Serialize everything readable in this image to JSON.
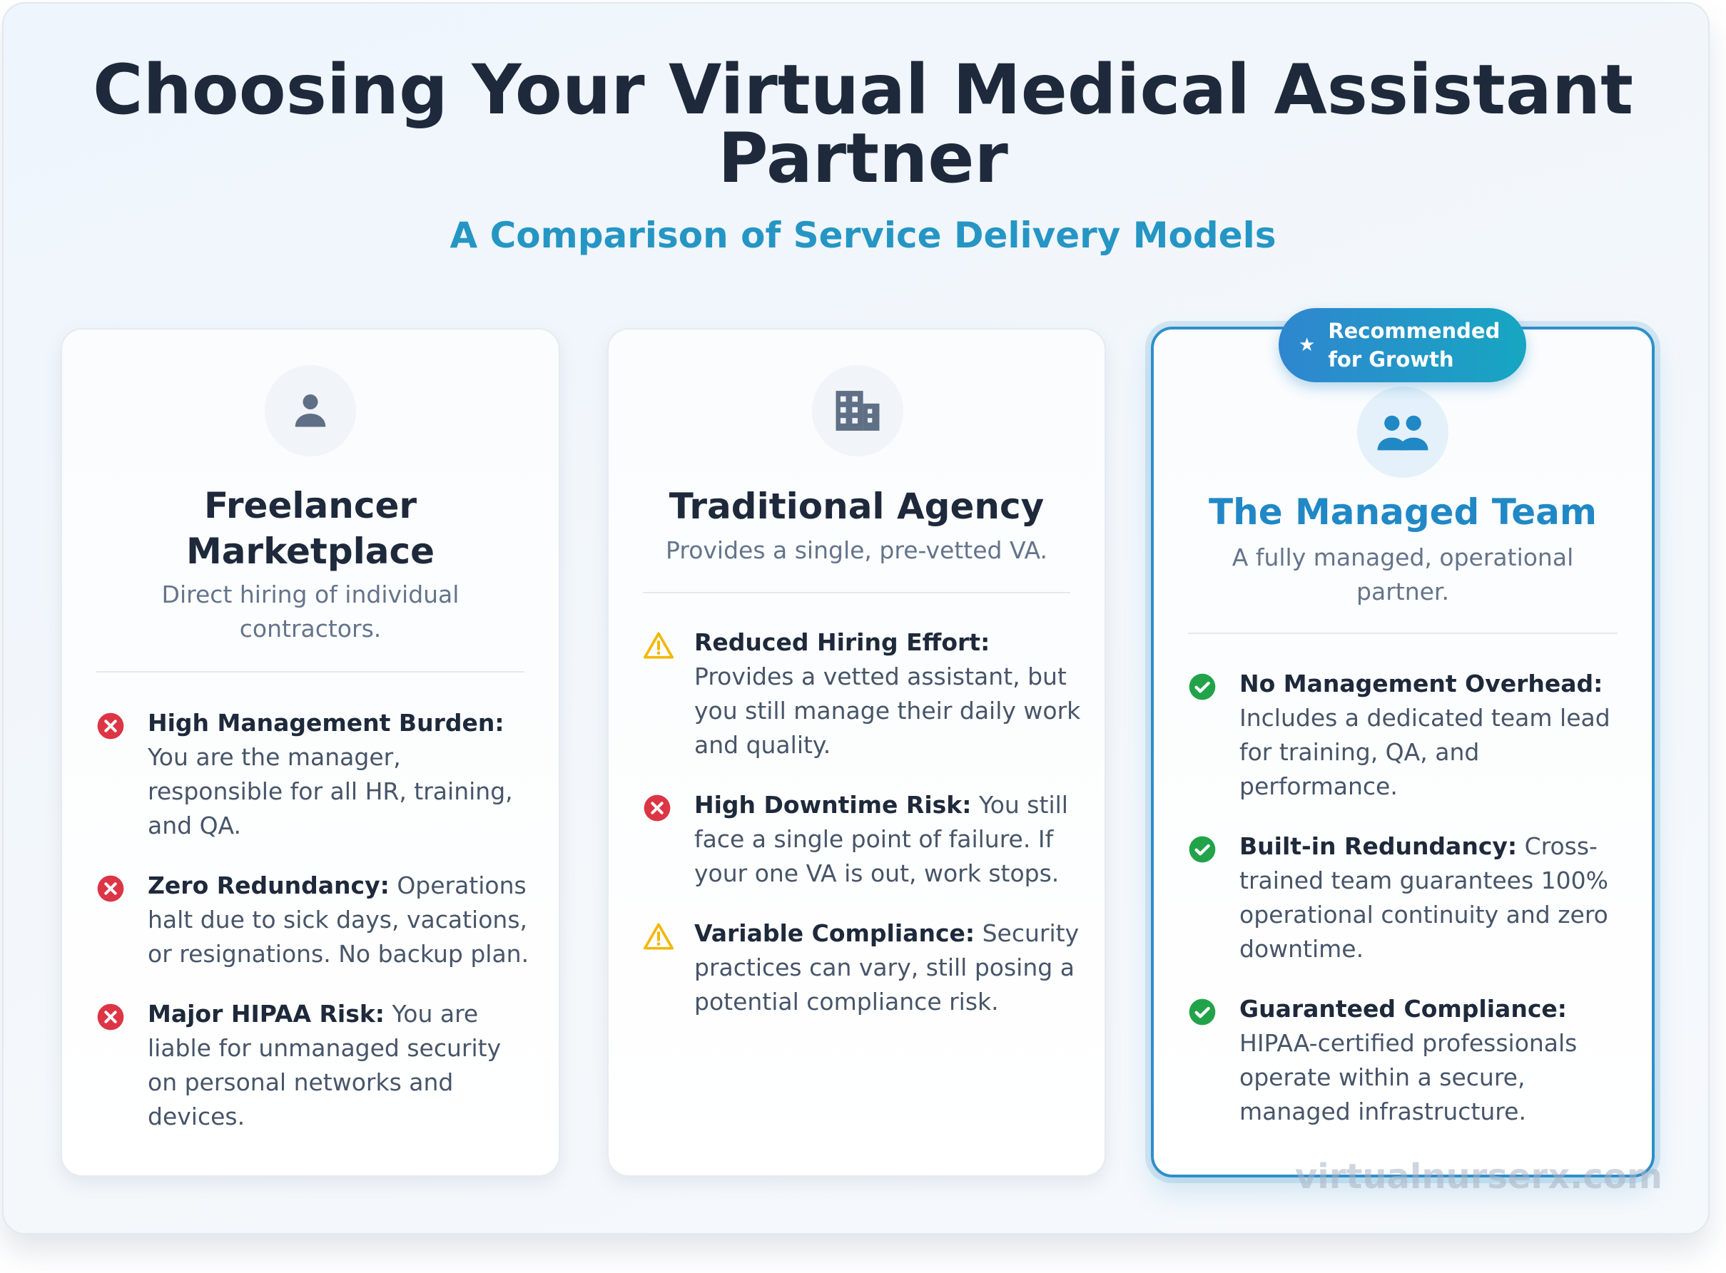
{
  "header": {
    "title": "Choosing Your Virtual Medical Assistant Partner",
    "subtitle": "A Comparison of Service Delivery Models"
  },
  "badge": {
    "icon": "star-icon",
    "label": "Recommended for Growth"
  },
  "watermark": "virtualnurserx.com",
  "colors": {
    "accent": "#2188c6",
    "negative": "#dc3545",
    "warning": "#f2b705",
    "positive": "#22a34a"
  },
  "cards": [
    {
      "icon": "person-icon",
      "title": "Freelancer Marketplace",
      "subtitle": "Direct hiring of individual contractors.",
      "features": [
        {
          "status": "negative",
          "icon": "x-circle-icon",
          "heading": "High Management Burden:",
          "text": "You are the manager, responsible for all HR, training, and QA."
        },
        {
          "status": "negative",
          "icon": "x-circle-icon",
          "heading": "Zero Redundancy:",
          "text": "Operations halt due to sick days, vacations, or resignations. No backup plan."
        },
        {
          "status": "negative",
          "icon": "x-circle-icon",
          "heading": "Major HIPAA Risk:",
          "text": "You are liable for unmanaged security on personal networks and devices."
        }
      ]
    },
    {
      "icon": "building-icon",
      "title": "Traditional Agency",
      "subtitle": "Provides a single, pre-vetted VA.",
      "features": [
        {
          "status": "warning",
          "icon": "warning-triangle-icon",
          "heading": "Reduced Hiring Effort:",
          "text": "Provides a vetted assistant, but you still manage their daily work and quality."
        },
        {
          "status": "negative",
          "icon": "x-circle-icon",
          "heading": "High Downtime Risk:",
          "text": "You still face a single point of failure. If your one VA is out, work stops."
        },
        {
          "status": "warning",
          "icon": "warning-triangle-icon",
          "heading": "Variable Compliance:",
          "text": "Security practices can vary, still posing a potential compliance risk."
        }
      ]
    },
    {
      "icon": "team-icon",
      "title": "The Managed Team",
      "subtitle": "A fully managed, operational partner.",
      "features": [
        {
          "status": "positive",
          "icon": "check-circle-icon",
          "heading": "No Management Overhead:",
          "text": "Includes a dedicated team lead for training, QA, and performance."
        },
        {
          "status": "positive",
          "icon": "check-circle-icon",
          "heading": "Built-in Redundancy:",
          "text": "Cross-trained team guarantees 100% operational continuity and zero downtime."
        },
        {
          "status": "positive",
          "icon": "check-circle-icon",
          "heading": "Guaranteed Compliance:",
          "text": "HIPAA-certified professionals operate within a secure, managed infrastructure."
        }
      ]
    }
  ]
}
